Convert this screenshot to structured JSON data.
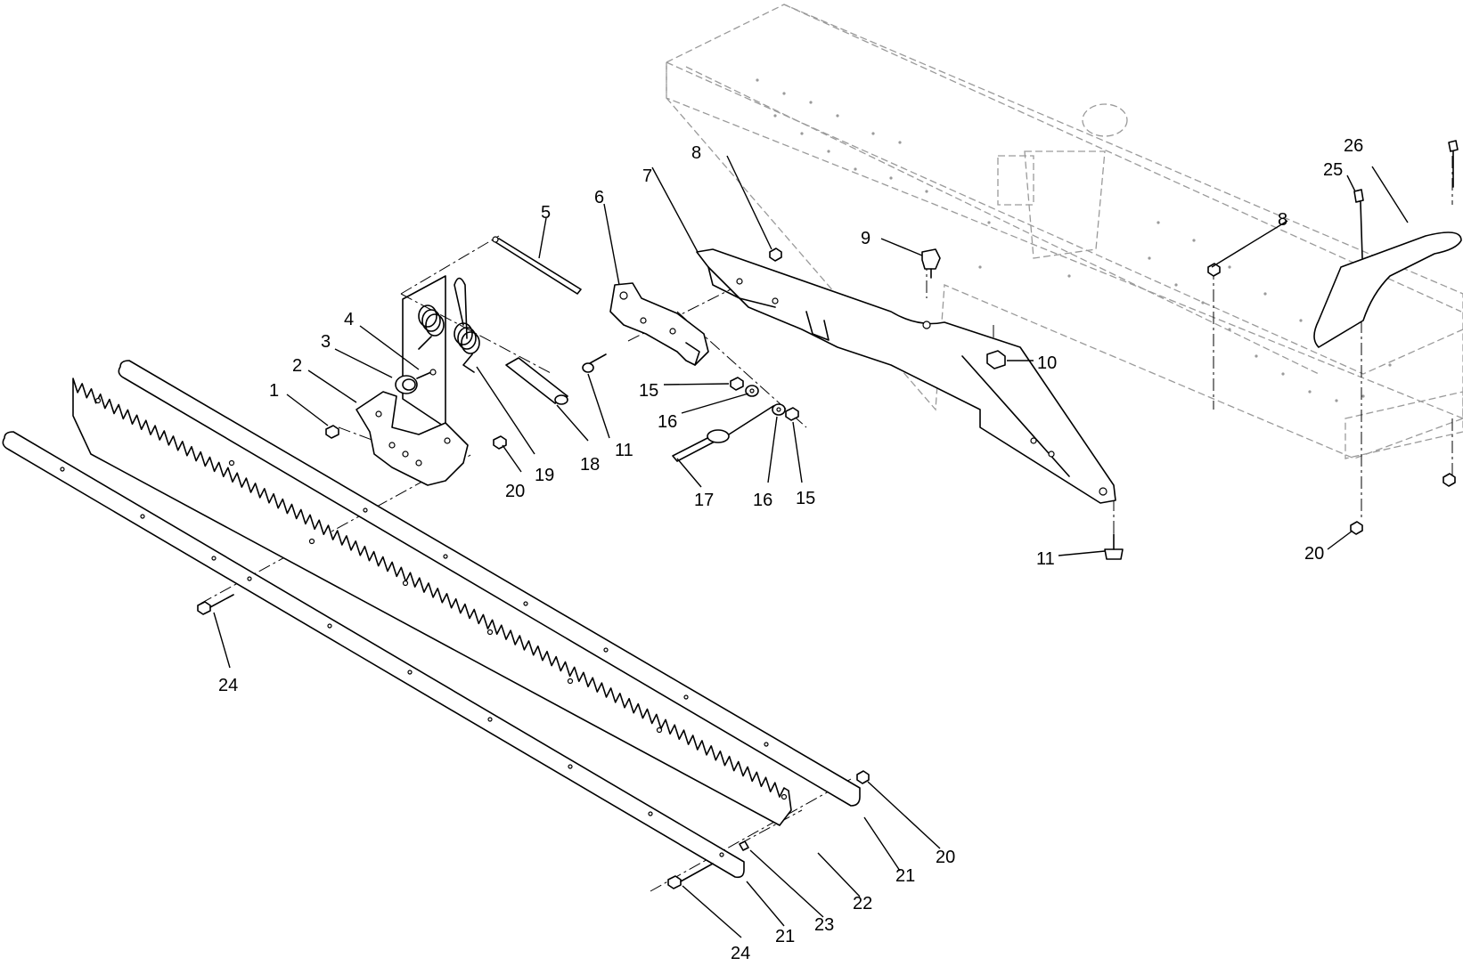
{
  "callouts": {
    "c1": "1",
    "c2": "2",
    "c3": "3",
    "c4": "4",
    "c5": "5",
    "c6": "6",
    "c7": "7",
    "c8a": "8",
    "c8b": "8",
    "c9": "9",
    "c10": "10",
    "c11a": "11",
    "c11b": "11",
    "c15a": "15",
    "c15b": "15",
    "c16a": "16",
    "c16b": "16",
    "c17": "17",
    "c18": "18",
    "c19": "19",
    "c20a": "20",
    "c20b": "20",
    "c20c": "20",
    "c21a": "21",
    "c21b": "21",
    "c22": "22",
    "c23": "23",
    "c24a": "24",
    "c24b": "24",
    "c25": "25",
    "c26": "26"
  }
}
